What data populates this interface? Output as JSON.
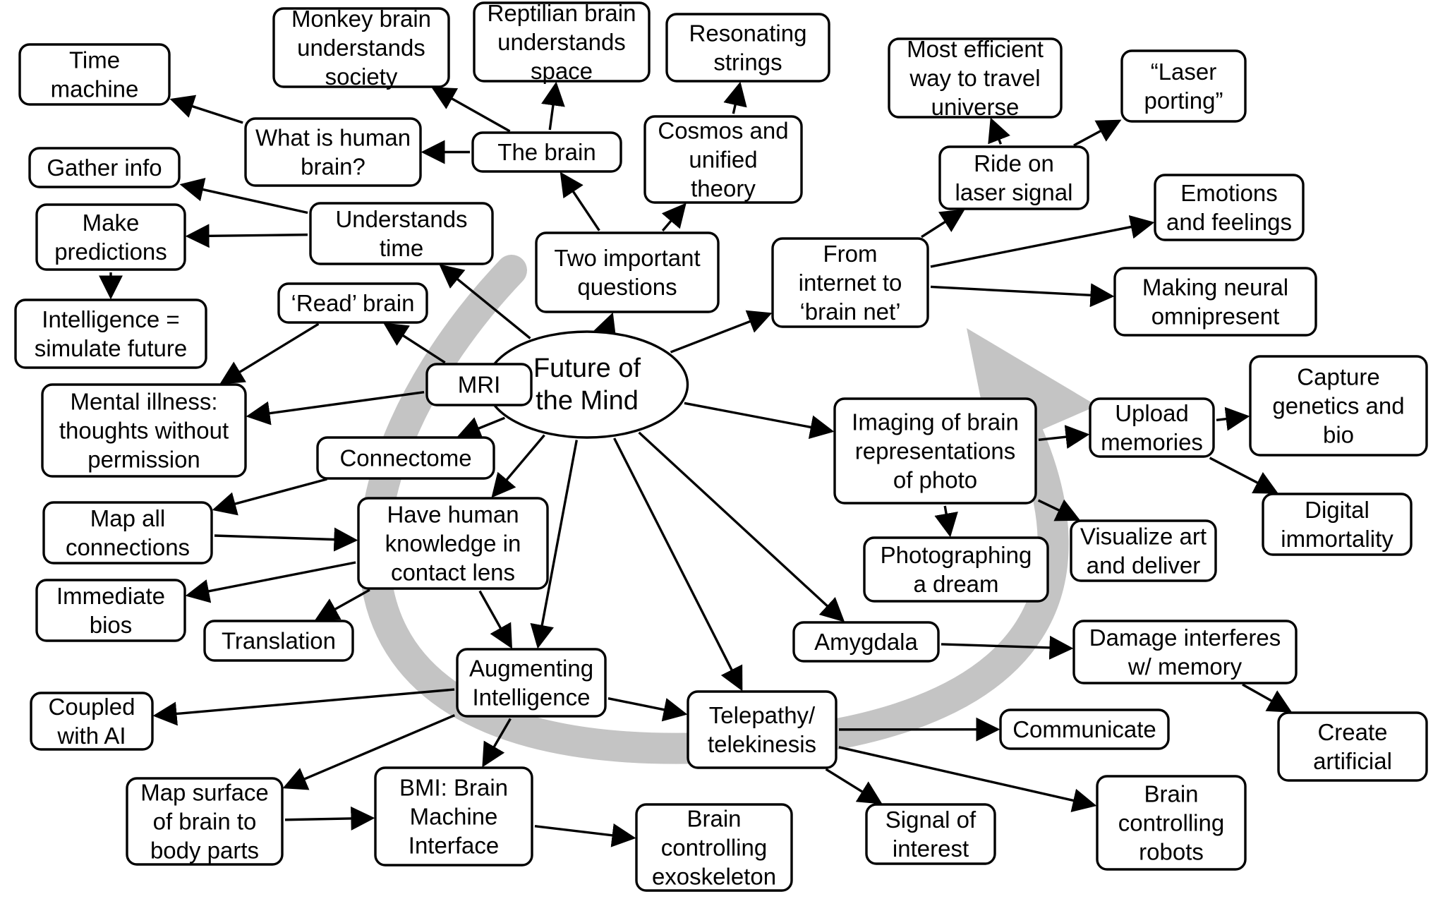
{
  "colors": {
    "stroke": "#000000",
    "node_fill": "#ffffff",
    "swirl": "#c4c4c4",
    "background": "#ffffff"
  },
  "center": {
    "id": "future",
    "lines": [
      "Future of",
      "the Mind"
    ]
  },
  "nodes": [
    {
      "id": "time_machine",
      "lines": [
        "Time",
        "machine"
      ]
    },
    {
      "id": "monkey",
      "lines": [
        "Monkey brain",
        "understands",
        "society"
      ]
    },
    {
      "id": "reptilian",
      "lines": [
        "Reptilian brain",
        "understands",
        "space"
      ]
    },
    {
      "id": "resonating",
      "lines": [
        "Resonating",
        "strings"
      ]
    },
    {
      "id": "efficient",
      "lines": [
        "Most efficient",
        "way to travel",
        "universe"
      ]
    },
    {
      "id": "laser_porting",
      "lines": [
        "“Laser",
        "porting”"
      ]
    },
    {
      "id": "what_is",
      "lines": [
        "What is human",
        "brain?"
      ]
    },
    {
      "id": "the_brain",
      "lines": [
        "The brain"
      ]
    },
    {
      "id": "cosmos",
      "lines": [
        "Cosmos and",
        "unified",
        "theory"
      ]
    },
    {
      "id": "ride",
      "lines": [
        "Ride on",
        "laser signal"
      ]
    },
    {
      "id": "emotions",
      "lines": [
        "Emotions",
        "and feelings"
      ]
    },
    {
      "id": "gather",
      "lines": [
        "Gather info"
      ]
    },
    {
      "id": "understands_time",
      "lines": [
        "Understands",
        "time"
      ]
    },
    {
      "id": "make_pred",
      "lines": [
        "Make",
        "predictions"
      ]
    },
    {
      "id": "two_q",
      "lines": [
        "Two important",
        "questions"
      ]
    },
    {
      "id": "internet",
      "lines": [
        "From",
        "internet to",
        "‘brain net’"
      ]
    },
    {
      "id": "neural",
      "lines": [
        "Making neural",
        "omnipresent"
      ]
    },
    {
      "id": "read_brain",
      "lines": [
        "‘Read’ brain"
      ]
    },
    {
      "id": "intelligence",
      "lines": [
        "Intelligence =",
        "simulate future"
      ]
    },
    {
      "id": "mri",
      "lines": [
        "MRI"
      ]
    },
    {
      "id": "mental",
      "lines": [
        "Mental illness:",
        "thoughts without",
        "permission"
      ]
    },
    {
      "id": "capture",
      "lines": [
        "Capture",
        "genetics and",
        "bio"
      ]
    },
    {
      "id": "upload",
      "lines": [
        "Upload",
        "memories"
      ]
    },
    {
      "id": "imaging",
      "lines": [
        "Imaging of brain",
        "representations",
        "of photo"
      ]
    },
    {
      "id": "connectome",
      "lines": [
        "Connectome"
      ]
    },
    {
      "id": "digital",
      "lines": [
        "Digital",
        "immortality"
      ]
    },
    {
      "id": "map_all",
      "lines": [
        "Map all",
        "connections"
      ]
    },
    {
      "id": "have_human",
      "lines": [
        "Have human",
        "knowledge in",
        "contact lens"
      ]
    },
    {
      "id": "visualize",
      "lines": [
        "Visualize art",
        "and deliver"
      ]
    },
    {
      "id": "photographing",
      "lines": [
        "Photographing",
        "a dream"
      ]
    },
    {
      "id": "immediate",
      "lines": [
        "Immediate",
        "bios"
      ]
    },
    {
      "id": "translation",
      "lines": [
        "Translation"
      ]
    },
    {
      "id": "amygdala",
      "lines": [
        "Amygdala"
      ]
    },
    {
      "id": "damage",
      "lines": [
        "Damage interferes",
        "w/ memory"
      ]
    },
    {
      "id": "augmenting",
      "lines": [
        "Augmenting",
        "Intelligence"
      ]
    },
    {
      "id": "coupled",
      "lines": [
        "Coupled",
        "with AI"
      ]
    },
    {
      "id": "telepathy",
      "lines": [
        "Telepathy/",
        "telekinesis"
      ]
    },
    {
      "id": "communicate",
      "lines": [
        "Communicate"
      ]
    },
    {
      "id": "create",
      "lines": [
        "Create",
        "artificial"
      ]
    },
    {
      "id": "map_surface",
      "lines": [
        "Map surface",
        "of brain to",
        "body parts"
      ]
    },
    {
      "id": "bmi",
      "lines": [
        "BMI: Brain",
        "Machine",
        "Interface"
      ]
    },
    {
      "id": "exoskeleton",
      "lines": [
        "Brain",
        "controlling",
        "exoskeleton"
      ]
    },
    {
      "id": "signal",
      "lines": [
        "Signal of",
        "interest"
      ]
    },
    {
      "id": "robots",
      "lines": [
        "Brain",
        "controlling",
        "robots"
      ]
    }
  ],
  "edges": [
    [
      "future",
      "two_q"
    ],
    [
      "future",
      "understands_time"
    ],
    [
      "future",
      "mri"
    ],
    [
      "future",
      "connectome"
    ],
    [
      "future",
      "have_human"
    ],
    [
      "future",
      "augmenting"
    ],
    [
      "future",
      "telepathy"
    ],
    [
      "future",
      "amygdala"
    ],
    [
      "future",
      "imaging"
    ],
    [
      "future",
      "internet"
    ],
    [
      "two_q",
      "the_brain"
    ],
    [
      "two_q",
      "cosmos"
    ],
    [
      "the_brain",
      "what_is"
    ],
    [
      "the_brain",
      "monkey"
    ],
    [
      "the_brain",
      "reptilian"
    ],
    [
      "what_is",
      "time_machine"
    ],
    [
      "cosmos",
      "resonating"
    ],
    [
      "understands_time",
      "gather"
    ],
    [
      "understands_time",
      "make_pred"
    ],
    [
      "make_pred",
      "intelligence"
    ],
    [
      "mri",
      "read_brain"
    ],
    [
      "mri",
      "mental"
    ],
    [
      "read_brain",
      "mental"
    ],
    [
      "connectome",
      "map_all"
    ],
    [
      "map_all",
      "have_human"
    ],
    [
      "have_human",
      "immediate"
    ],
    [
      "have_human",
      "translation"
    ],
    [
      "have_human",
      "augmenting"
    ],
    [
      "augmenting",
      "coupled"
    ],
    [
      "augmenting",
      "map_surface"
    ],
    [
      "augmenting",
      "bmi"
    ],
    [
      "augmenting",
      "telepathy"
    ],
    [
      "map_surface",
      "bmi"
    ],
    [
      "bmi",
      "exoskeleton"
    ],
    [
      "telepathy",
      "communicate"
    ],
    [
      "telepathy",
      "signal"
    ],
    [
      "telepathy",
      "robots"
    ],
    [
      "amygdala",
      "damage"
    ],
    [
      "damage",
      "create"
    ],
    [
      "imaging",
      "photographing"
    ],
    [
      "imaging",
      "visualize"
    ],
    [
      "imaging",
      "upload"
    ],
    [
      "upload",
      "capture"
    ],
    [
      "upload",
      "digital"
    ],
    [
      "internet",
      "ride"
    ],
    [
      "internet",
      "emotions"
    ],
    [
      "internet",
      "neural"
    ],
    [
      "ride",
      "efficient"
    ],
    [
      "ride",
      "laser_porting"
    ]
  ]
}
